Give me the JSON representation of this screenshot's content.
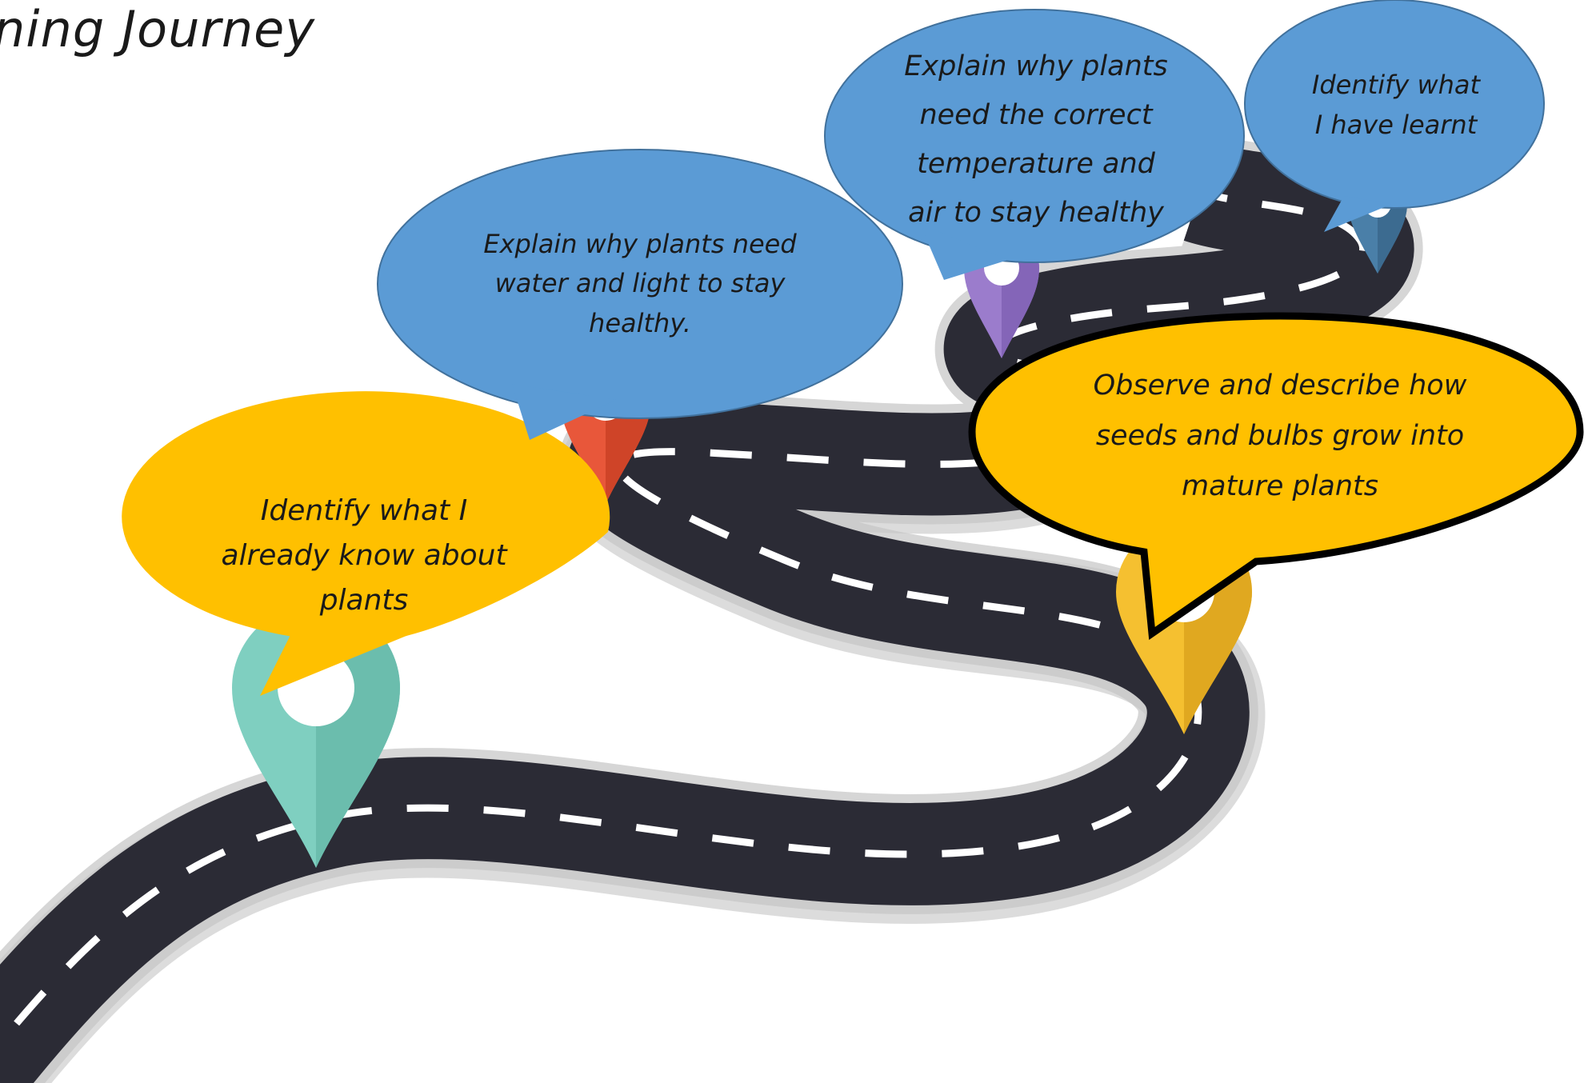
{
  "title": "ning Journey",
  "colors": {
    "road": "#2b2b35",
    "road_edge": "#d9d9d9",
    "dash": "#ffffff",
    "bubble_blue": "#5b9bd5",
    "bubble_yellow": "#ffc000",
    "pin_teal": "#7fcfc0",
    "pin_red": "#e8573a",
    "pin_purple": "#9b7ccc",
    "pin_navy": "#4a7fa8",
    "pin_yellow": "#f5c030"
  },
  "steps": [
    {
      "id": "step-1",
      "lines": [
        "Identify what I",
        "already know about",
        "plants"
      ],
      "bubble_color": "yellow",
      "pin_color": "teal"
    },
    {
      "id": "step-2",
      "lines": [
        "Explain why plants need",
        "water and light to stay",
        "healthy."
      ],
      "bubble_color": "blue",
      "pin_color": "red"
    },
    {
      "id": "step-3",
      "lines": [
        "Explain why plants",
        "need the correct",
        "temperature and",
        "air to stay healthy"
      ],
      "bubble_color": "blue",
      "pin_color": "purple"
    },
    {
      "id": "step-4",
      "lines": [
        "Identify what",
        "I have learnt"
      ],
      "bubble_color": "blue",
      "pin_color": "navy"
    },
    {
      "id": "step-5",
      "lines": [
        "Observe and describe how",
        "seeds and bulbs grow into",
        "mature plants"
      ],
      "bubble_color": "yellow",
      "pin_color": "yellow"
    }
  ]
}
